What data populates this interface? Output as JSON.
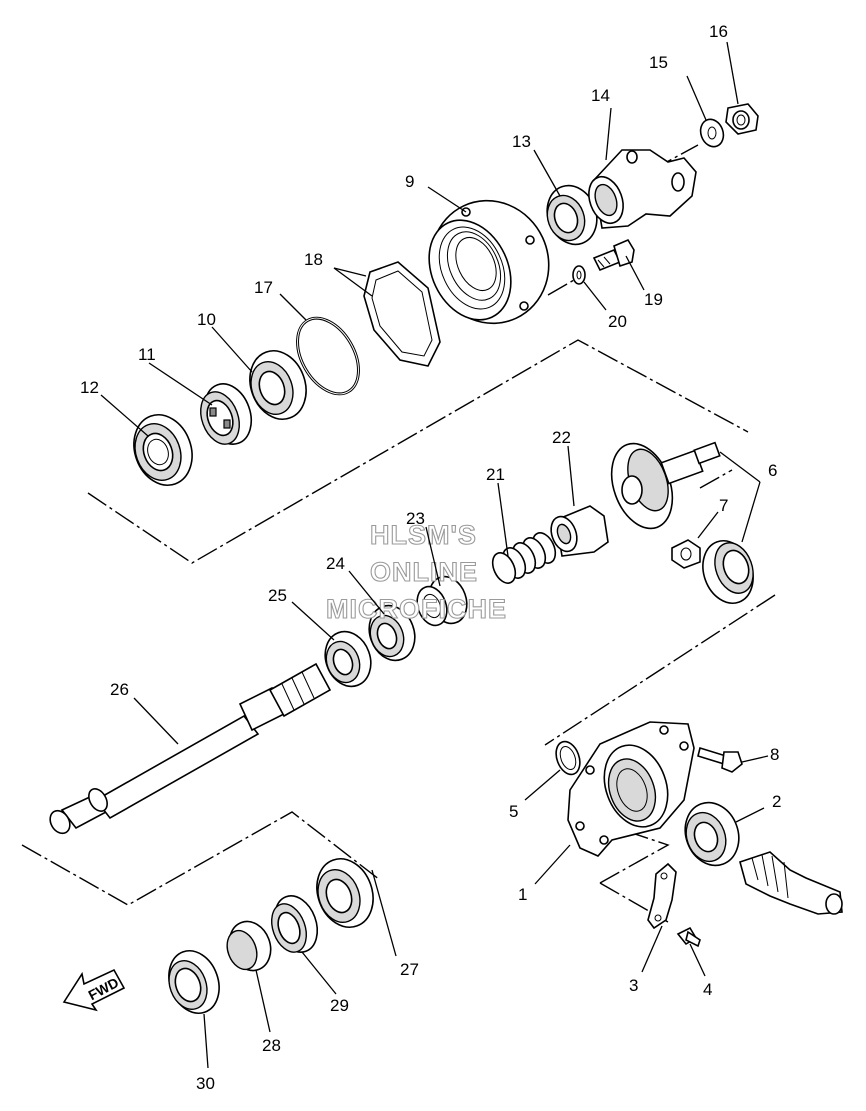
{
  "diagram": {
    "callouts": [
      "1",
      "2",
      "3",
      "4",
      "5",
      "6",
      "7",
      "8",
      "9",
      "10",
      "11",
      "12",
      "13",
      "14",
      "15",
      "16",
      "17",
      "18",
      "19",
      "20",
      "21",
      "22",
      "23",
      "24",
      "25",
      "26",
      "27",
      "28",
      "29",
      "30"
    ],
    "direction_label": "FWD",
    "watermark": {
      "line1": "HLSM'S",
      "line2": "ONLINE",
      "line3": "MICROFICHE"
    }
  }
}
